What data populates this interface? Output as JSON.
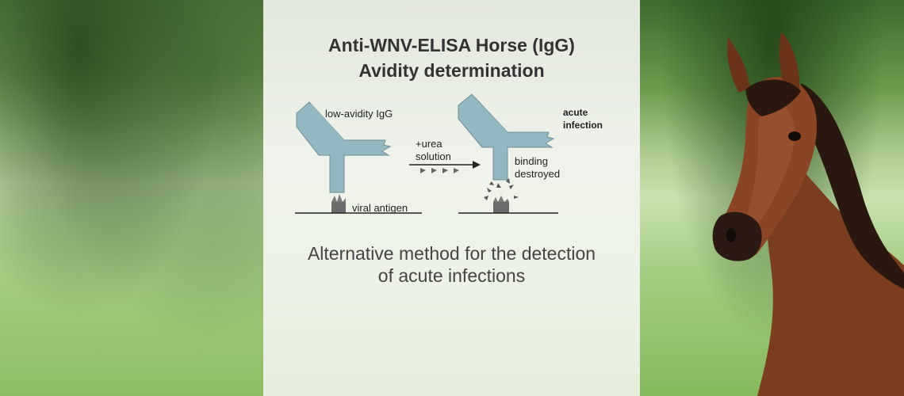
{
  "title_line1": "Anti-WNV-ELISA Horse (IgG)",
  "title_line2": "Avidity determination",
  "diagram": {
    "label_low_avidity": "low-avidity IgG",
    "label_viral_antigen": "viral antigen",
    "label_urea_1": "+urea",
    "label_urea_2": "solution",
    "label_acute_1": "acute",
    "label_acute_2": "infection",
    "label_binding_1": "binding",
    "label_binding_2": "destroyed"
  },
  "subtitle_line1": "Alternative method for the detection",
  "subtitle_line2": "of acute infections",
  "colors": {
    "antibody": "#94b8c2",
    "antigen": "#6b6b6b",
    "text": "#333333"
  }
}
